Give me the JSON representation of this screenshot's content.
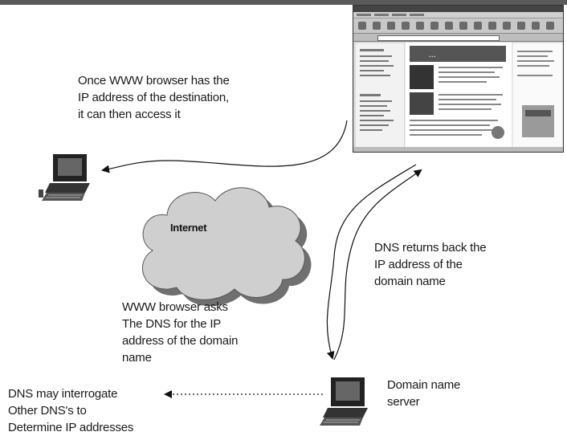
{
  "diagram": {
    "cloud_label": "Internet",
    "labels": {
      "browser_access": "Once WWW browser has the\nIP address of the destination,\nit can then access it",
      "dns_returns": "DNS returns back the\nIP address of the\ndomain name",
      "browser_asks": "WWW browser asks\nThe DNS for the IP\naddress of the domain\nname",
      "domain_name_server": "Domain name\nserver",
      "dns_interrogate": "DNS may interrogate\nOther DNS's to\nDetermine IP addresses"
    },
    "icons": [
      "computer-icon",
      "server-computer-icon",
      "internet-cloud-icon",
      "browser-window-icon"
    ]
  }
}
